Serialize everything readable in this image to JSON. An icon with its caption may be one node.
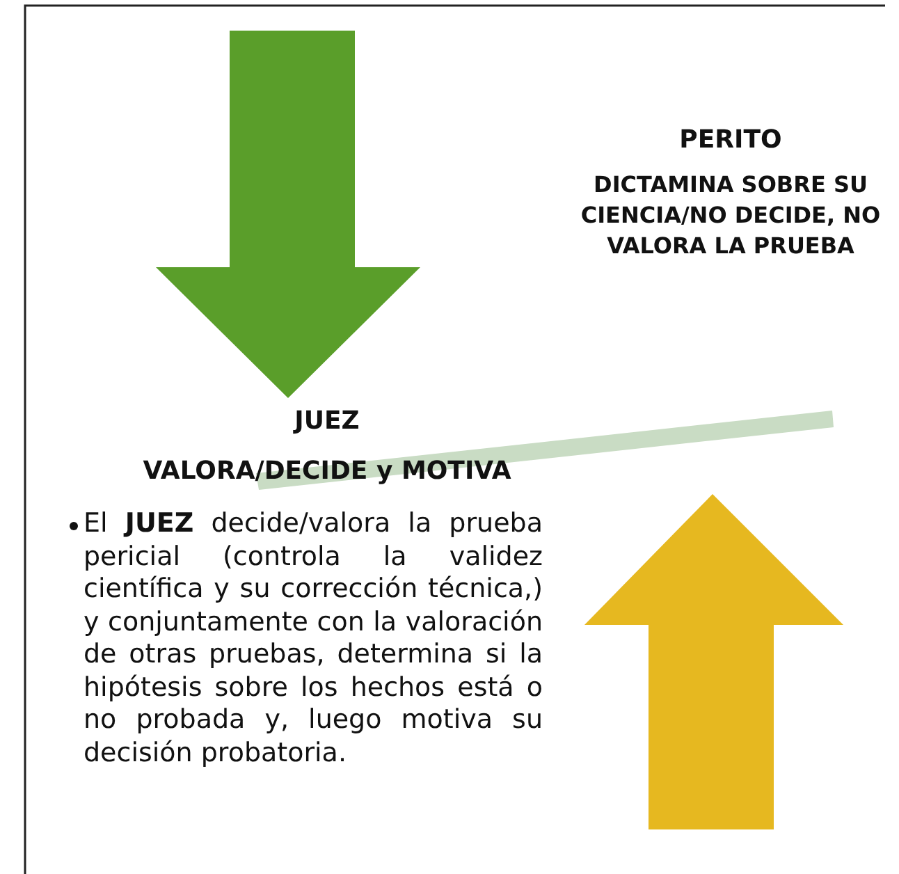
{
  "diagram": {
    "labels": [
      "PERITO",
      "DICTAMINA SOBRE SU CIENCIA/NO DECIDE, NO VALORA LA PRUEBA",
      "JUEZ",
      "VALORA/DECIDE y MOTIVA",
      "El **JUEZ** decide/valora la prueba pericial (controla la validez científica y su corrección técnica,) y conjuntamente con la valoración de otras pruebas, determina si la hipótesis sobre los hechos está o no probada y, luego motiva su decisión probatoria."
    ]
  }
}
